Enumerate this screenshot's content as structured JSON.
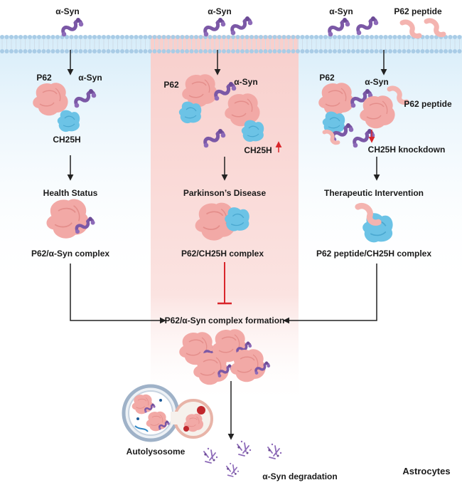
{
  "labels": {
    "asyn_top_left": "α-Syn",
    "asyn_top_mid": "α-Syn",
    "asyn_top_right": "α-Syn",
    "p62_peptide_top": "P62 peptide",
    "left_p62": "P62",
    "left_asyn": "α-Syn",
    "left_ch25h": "CH25H",
    "left_status": "Health Status",
    "left_complex": "P62/α-Syn complex",
    "mid_p62": "P62",
    "mid_asyn": "α-Syn",
    "mid_ch25h": "CH25H",
    "mid_status": "Parkinson’s Disease",
    "mid_complex": "P62/CH25H complex",
    "right_p62": "P62",
    "right_asyn": "α-Syn",
    "right_p62_peptide": "P62 peptide",
    "right_knockdown": "CH25H knockdown",
    "right_status": "Therapeutic Intervention",
    "right_complex": "P62 peptide/CH25H complex",
    "formation": "P62/α-Syn complex formation",
    "autolysosome": "Autolysosome",
    "degradation": "α-Syn degradation",
    "cell_type": "Astrocytes"
  },
  "colors": {
    "p62": "#f2a9a6",
    "p62_light": "#f7c3bf",
    "ch25h": "#6cc3e6",
    "asyn": "#7b58a6",
    "membrane_head": "#a9cce6",
    "inhibit": "#d9262b",
    "panel_blue": "#e3f2fb",
    "panel_pink": "#fbdedc"
  }
}
